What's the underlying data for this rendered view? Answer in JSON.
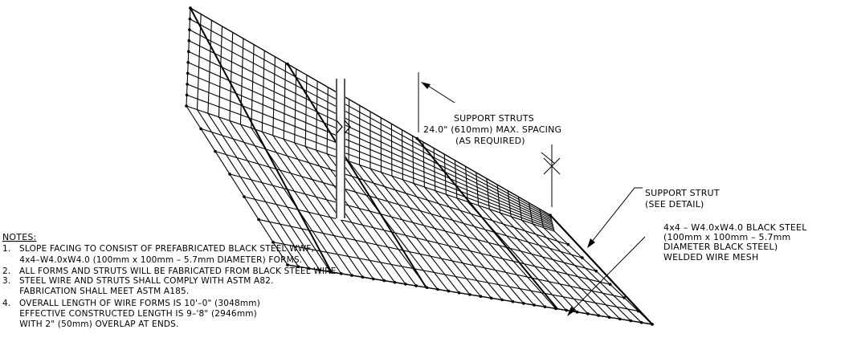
{
  "colors": {
    "ink": "#000000",
    "paper": "#ffffff"
  },
  "labels": {
    "support_struts": "SUPPORT STRUTS",
    "spacing": "24.0\" (610mm) MAX. SPACING",
    "as_required": "(AS REQUIRED)",
    "support_strut": "SUPPORT STRUT",
    "see_detail": "(SEE DETAIL)",
    "mesh_1": "4x4 – W4.0xW4.0 BLACK STEEL",
    "mesh_2": "(100mm x 100mm – 5.7mm",
    "mesh_3": "DIAMETER BLACK STEEL)",
    "mesh_4": "WELDED WIRE MESH"
  },
  "notes": {
    "heading": "NOTES:",
    "lines": [
      "1.   SLOPE FACING TO CONSIST OF PREFABRICATED BLACK STEEL WWF,",
      "      4x4–W4.0xW4.0 (100mm x 100mm – 5.7mm DIAMETER) FORMS.",
      "2.   ALL FORMS AND STRUTS WILL BE FABRICATED FROM BLACK STEEL WIRE.",
      "3.   STEEL WIRE AND STRUTS SHALL COMPLY WITH ASTM A82.",
      "      FABRICATION SHALL MEET ASTM A185.",
      "4.   OVERALL LENGTH OF WIRE FORMS IS 10'–0\" (3048mm)",
      "      EFFECTIVE CONSTRUCTED LENGTH IS 9–'8\" (2946mm)",
      "      WITH 2\" (50mm) OVERLAP AT ENDS."
    ]
  }
}
